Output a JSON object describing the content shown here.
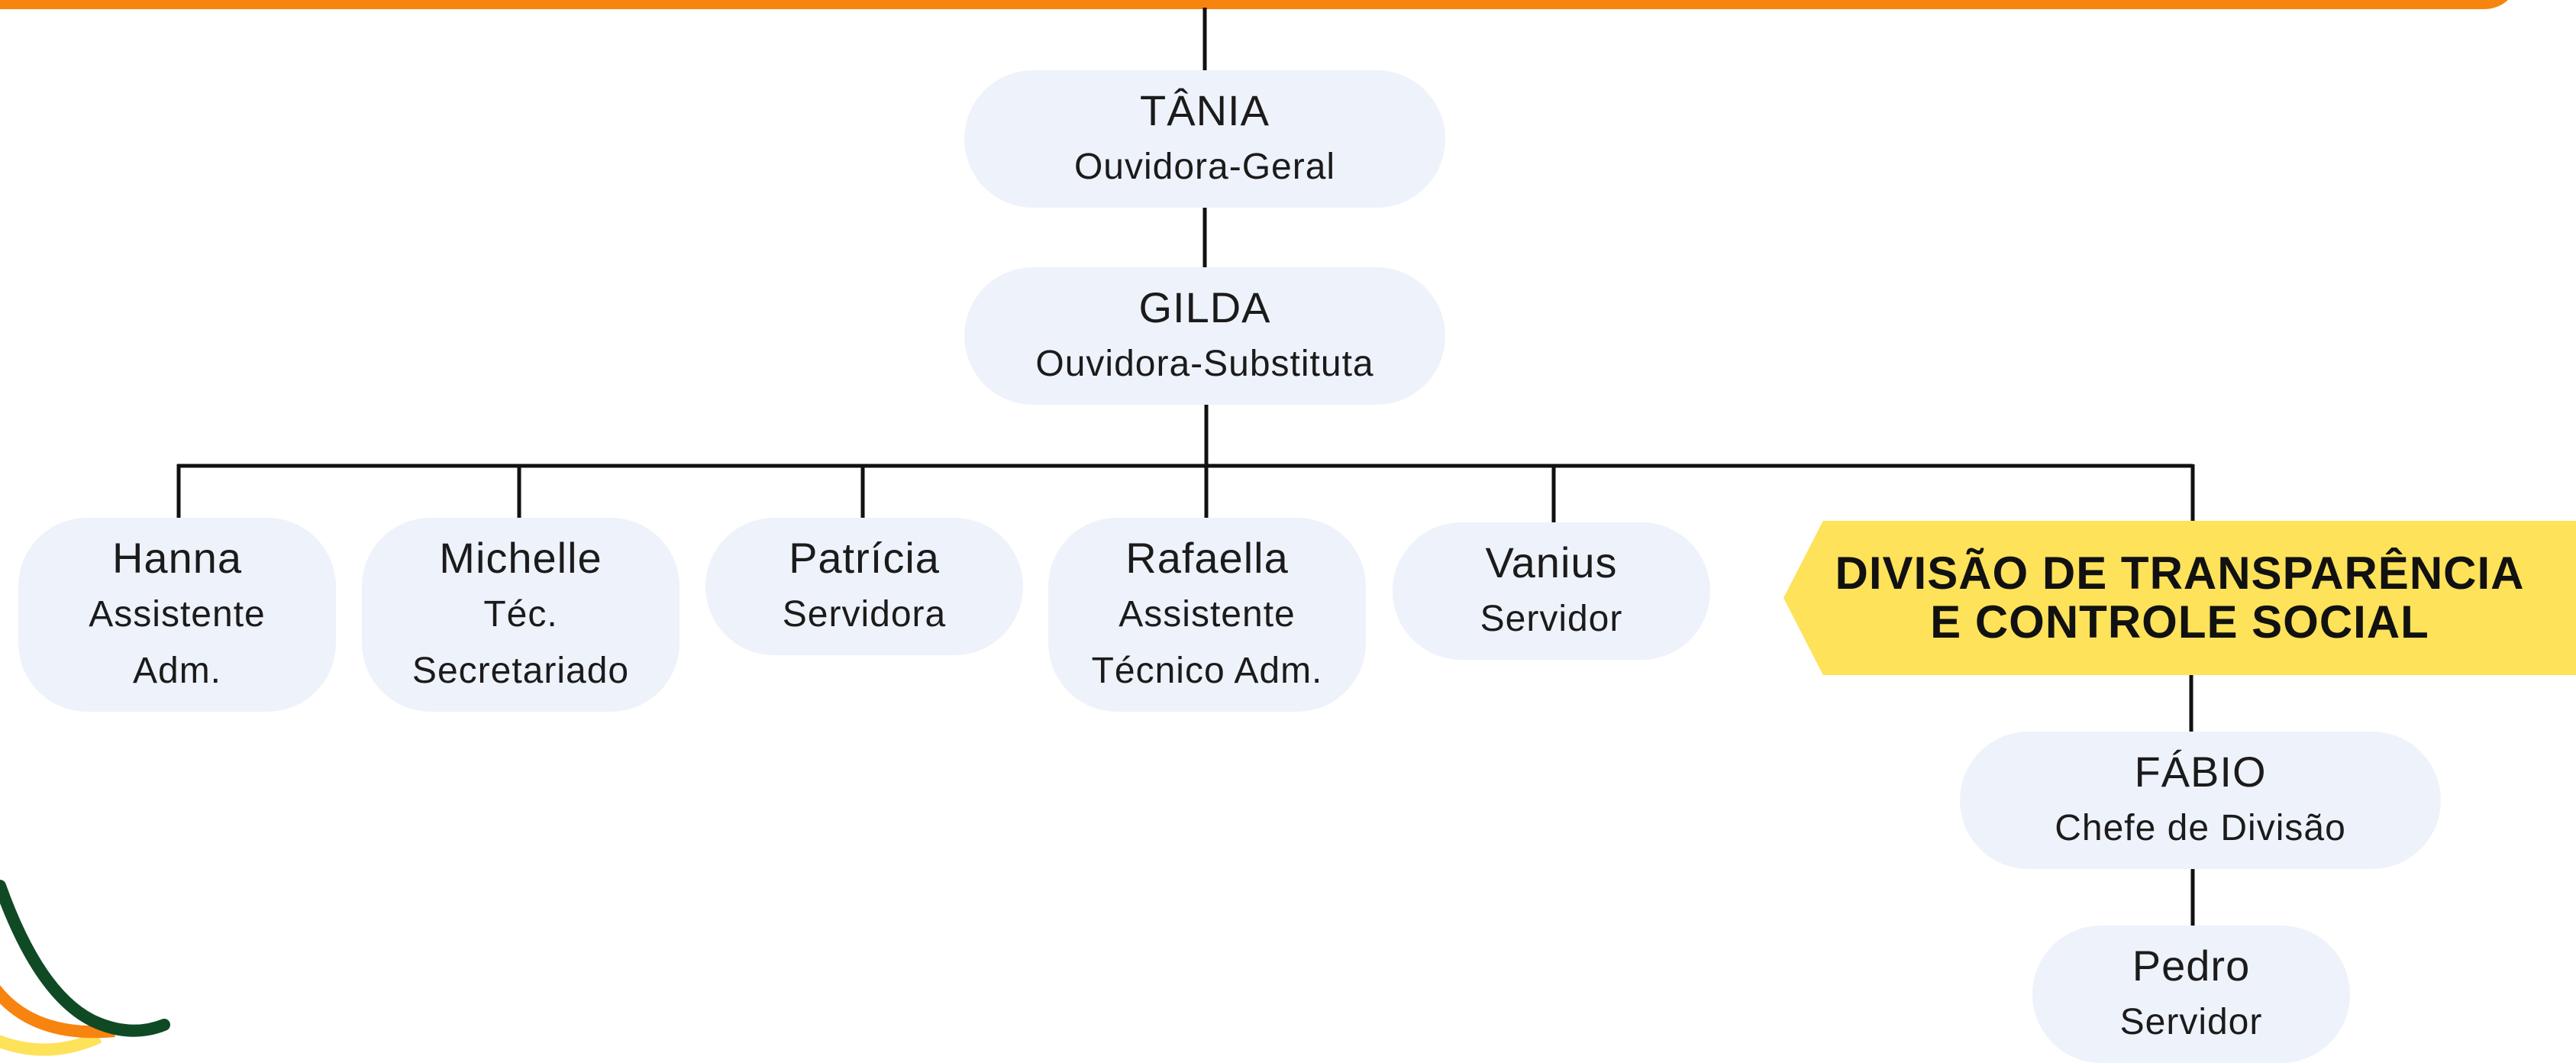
{
  "leaders": [
    {
      "name": "TÂNIA",
      "role": "Ouvidora-Geral"
    },
    {
      "name": "GILDA",
      "role": "Ouvidora-Substituta"
    }
  ],
  "staff": [
    {
      "name": "Hanna",
      "role_line1": "Assistente",
      "role_line2": "Adm."
    },
    {
      "name": "Michelle",
      "role_line1": "Téc.",
      "role_line2": "Secretariado"
    },
    {
      "name": "Patrícia",
      "role_line1": "Servidora",
      "role_line2": ""
    },
    {
      "name": "Rafaella",
      "role_line1": "Assistente",
      "role_line2": "Técnico Adm."
    },
    {
      "name": "Vanius",
      "role_line1": "Servidor",
      "role_line2": ""
    }
  ],
  "division": {
    "title_line1": "DIVISÃO DE TRANSPARÊNCIA",
    "title_line2": "E CONTROLE SOCIAL",
    "members": [
      {
        "name": "FÁBIO",
        "role": "Chefe de Divisão"
      },
      {
        "name": "Pedro",
        "role": "Servidor"
      }
    ]
  },
  "colors": {
    "banner": "#f7840f",
    "card": "#eef2fa",
    "division_highlight": "#fde25a",
    "swoosh_dark_green": "#0f4a25",
    "swoosh_orange": "#f7840f",
    "swoosh_yellow": "#fde25a"
  }
}
